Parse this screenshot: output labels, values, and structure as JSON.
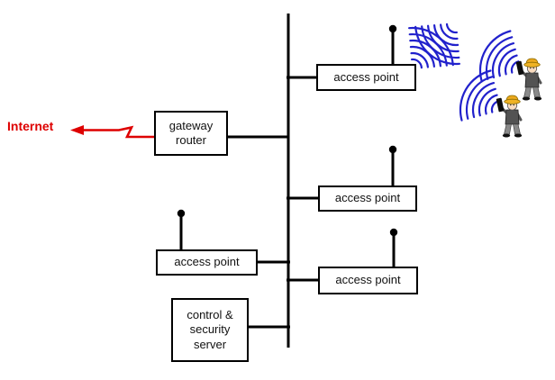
{
  "labels": {
    "internet": "Internet",
    "gateway_router": "gateway router",
    "access_point": "access point",
    "server": "control & security server"
  },
  "icons": {
    "antenna": "antenna-icon",
    "wireless_waves": "wireless-signal-icon",
    "worker": "worker-with-handheld-icon",
    "arrow_to_internet": "left-arrow-icon"
  },
  "colors": {
    "line_black": "#000000",
    "arrow_red": "#DE0000",
    "wave_blue": "#2121CC",
    "box_bg": "#FFFFFF",
    "hat_yellow": "#EBA81C",
    "hat_brim": "#F0B325",
    "skin": "#F9DCC0",
    "jacket_gray": "#535353",
    "pants_gray": "#8A8A8A",
    "device_black": "#0D0D0D"
  }
}
